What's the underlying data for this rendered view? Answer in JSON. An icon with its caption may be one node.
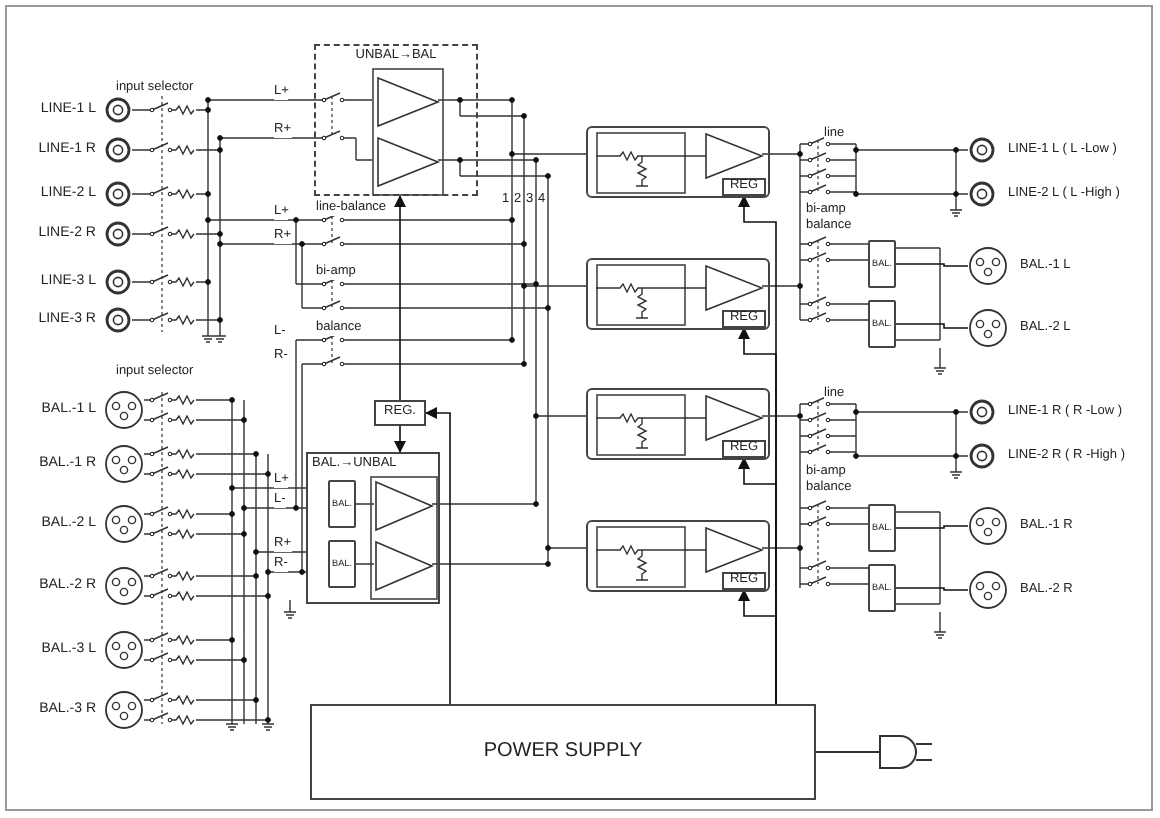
{
  "diagram": {
    "nodes": [
      {
        "text": [
          "LINE-1 L"
        ]
      },
      {
        "text": [
          "LINE-1 R"
        ]
      },
      {
        "text": [
          "LINE-2 L"
        ]
      },
      {
        "text": [
          "LINE-2 R"
        ]
      },
      {
        "text": [
          "LINE-3 L"
        ]
      },
      {
        "text": [
          "LINE-3 R"
        ]
      },
      {
        "text": [
          "BAL.-1 L"
        ]
      },
      {
        "text": [
          "BAL.-1 R"
        ]
      },
      {
        "text": [
          "BAL.-2 L"
        ]
      },
      {
        "text": [
          "BAL.-2 R"
        ]
      },
      {
        "text": [
          "BAL.-3 L"
        ]
      },
      {
        "text": [
          "BAL.-3 R"
        ]
      },
      {
        "text": [
          "UNBAL→BAL"
        ]
      },
      {
        "text": [
          "REG."
        ]
      },
      {
        "text": [
          "BAL.→UNBAL"
        ]
      },
      {
        "text": [
          "BAL."
        ],
        "in": 14
      },
      {
        "text": [
          "BAL."
        ],
        "in": 14
      },
      {
        "text": [],
        "shape": "box"
      },
      {
        "text": [],
        "shape": "box"
      },
      {
        "text": [],
        "shape": "box"
      },
      {
        "text": [],
        "shape": "box"
      },
      {
        "text": [
          "REG"
        ],
        "in": 17
      },
      {
        "text": [
          "REG"
        ],
        "in": 18
      },
      {
        "text": [
          "REG"
        ],
        "in": 19
      },
      {
        "text": [
          "REG"
        ],
        "in": 20
      },
      {
        "text": [
          "BAL."
        ]
      },
      {
        "text": [
          "BAL."
        ]
      },
      {
        "text": [
          "BAL."
        ]
      },
      {
        "text": [
          "BAL."
        ]
      },
      {
        "text": [
          "LINE-1 L ( L -Low )"
        ]
      },
      {
        "text": [
          "LINE-2 L ( L -High )"
        ]
      },
      {
        "text": [
          "BAL.-1 L"
        ]
      },
      {
        "text": [
          "BAL.-2 L"
        ]
      },
      {
        "text": [
          "LINE-1 R ( R -Low )"
        ]
      },
      {
        "text": [
          "LINE-2 R ( R -High )"
        ]
      },
      {
        "text": [
          "BAL.-1 R"
        ]
      },
      {
        "text": [
          "BAL.-2 R"
        ]
      },
      {
        "text": [
          "POWER SUPPLY"
        ]
      }
    ],
    "edges": [
      {
        "from": 37,
        "to": 13,
        "arrow": "to"
      },
      {
        "from": 13,
        "to": 12,
        "arrow": "to"
      },
      {
        "from": 13,
        "to": 14,
        "arrow": "to"
      },
      {
        "from": 37,
        "to": 21,
        "arrow": "to"
      },
      {
        "from": 37,
        "to": 22,
        "arrow": "to"
      },
      {
        "from": 37,
        "to": 23,
        "arrow": "to"
      },
      {
        "from": 37,
        "to": 24,
        "arrow": "to"
      },
      {
        "from": 25,
        "to": 31,
        "arrow": "none"
      },
      {
        "from": 26,
        "to": 32,
        "arrow": "none"
      },
      {
        "from": 27,
        "to": 35,
        "arrow": "none"
      },
      {
        "from": 28,
        "to": 36,
        "arrow": "none"
      }
    ],
    "labels": [
      "input selector",
      "L+",
      "R+",
      "L+",
      "line-balance",
      "R+",
      "bi-amp",
      "1",
      "2",
      "3",
      "4",
      "L-",
      "balance",
      "R-",
      "input selector",
      "L+",
      "L-",
      "R+",
      "R-",
      "line",
      "bi-amp balance",
      "line",
      "bi-amp balance"
    ]
  }
}
